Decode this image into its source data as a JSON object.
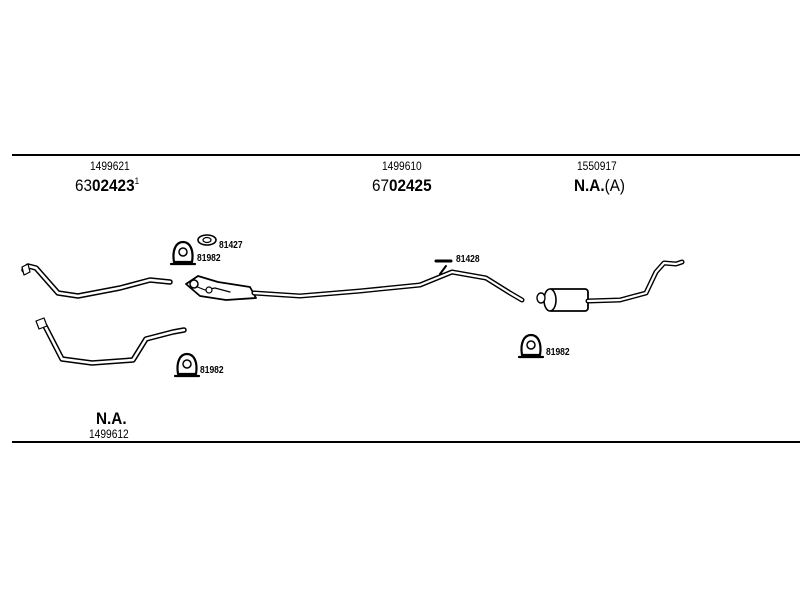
{
  "top_row": [
    {
      "part_number": "1499621",
      "code_prefix": "63",
      "code_number": "02423",
      "code_suffix": "1"
    },
    {
      "part_number": "1499610",
      "code_prefix": "67",
      "code_number": "02425",
      "code_suffix": ""
    },
    {
      "part_number": "1550917",
      "code_text": "N.A.",
      "code_note": "(A)"
    }
  ],
  "callouts": {
    "gasket": "81427",
    "clamp_top": "81982",
    "hanger_bar": "81428",
    "clamp_left": "81982",
    "clamp_right": "81982"
  },
  "bottom_left": {
    "code_text": "N.A.",
    "part_number": "1499612"
  }
}
